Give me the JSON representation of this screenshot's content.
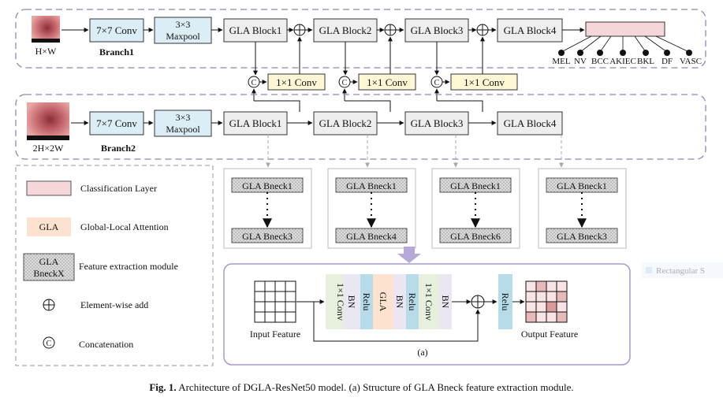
{
  "branch1": {
    "input_label": "H×W",
    "conv": "7×7 Conv",
    "pool_line1": "3×3",
    "pool_line2": "Maxpool",
    "name": "Branch1",
    "blocks": [
      "GLA Block1",
      "GLA Block2",
      "GLA Block3",
      "GLA Block4"
    ]
  },
  "branch2": {
    "input_label": "2H×2W",
    "conv": "7×7 Conv",
    "pool_line1": "3×3",
    "pool_line2": "Maxpool",
    "name": "Branch2",
    "blocks": [
      "GLA Block1",
      "GLA Block2",
      "GLA Block3",
      "GLA Block4"
    ]
  },
  "fusion": {
    "conv": "1×1 Conv",
    "concat_symbol": "C"
  },
  "classes": [
    "MEL",
    "NV",
    "BCC",
    "AKIEC",
    "BKL",
    "DF",
    "VASC"
  ],
  "bneck_groups": [
    {
      "top": "GLA Bneck1",
      "bottom": "GLA Bneck3"
    },
    {
      "top": "GLA Bneck1",
      "bottom": "GLA Bneck4"
    },
    {
      "top": "GLA Bneck1",
      "bottom": "GLA Bneck6"
    },
    {
      "top": "GLA Bneck1",
      "bottom": "GLA Bneck3"
    }
  ],
  "legend": {
    "classification": "Classification Layer",
    "gla_box": "GLA",
    "gla_desc": "Global-Local Attention",
    "bneck_line1": "GLA",
    "bneck_line2": "BneckX",
    "bneck_desc": "Feature extraction module",
    "add_desc": "Element-wise add",
    "concat_symbol": "C",
    "concat_desc": "Concatenation"
  },
  "detail": {
    "input_label": "Input Feature",
    "output_label": "Output Feature",
    "label": "(a)",
    "layers": [
      "1×1 Conv",
      "BN",
      "Relu",
      "GLA",
      "BN",
      "Relu",
      "1×1 Conv",
      "BN"
    ],
    "relu_after_add": "Relu"
  },
  "faded_label": "Rectangular S",
  "caption": {
    "figure": "Fig. 1.",
    "text": "Architecture of DGLA-ResNet50 model. (a) Structure of GLA Bneck feature extraction module."
  },
  "colors": {
    "conv_fill": "#dbeef5",
    "block_fill": "#eeeeee",
    "fusion_fill": "#fff6d5",
    "classifier_fill": "#f6d7d9",
    "gla_fill": "#fde3cf",
    "dashed_border": "#8f86b8",
    "arrow_gray": "#aaaaaa",
    "detail_border": "#a89ac8"
  }
}
